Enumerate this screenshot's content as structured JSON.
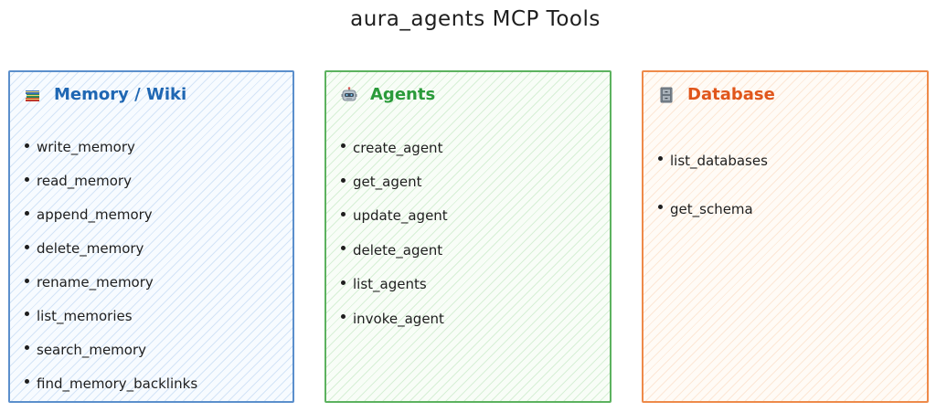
{
  "title": "aura_agents MCP Tools",
  "panels": {
    "memory": {
      "heading": "Memory / Wiki",
      "icon": "books-icon",
      "color": "#5b8fcc",
      "items": [
        "write_memory",
        "read_memory",
        "append_memory",
        "delete_memory",
        "rename_memory",
        "list_memories",
        "search_memory",
        "find_memory_backlinks"
      ]
    },
    "agents": {
      "heading": "Agents",
      "icon": "robot-icon",
      "color": "#5cb25f",
      "items": [
        "create_agent",
        "get_agent",
        "update_agent",
        "delete_agent",
        "list_agents",
        "invoke_agent"
      ]
    },
    "database": {
      "heading": "Database",
      "icon": "file-cabinet-icon",
      "color": "#ee8a4a",
      "items": [
        "list_databases",
        "get_schema"
      ]
    }
  }
}
